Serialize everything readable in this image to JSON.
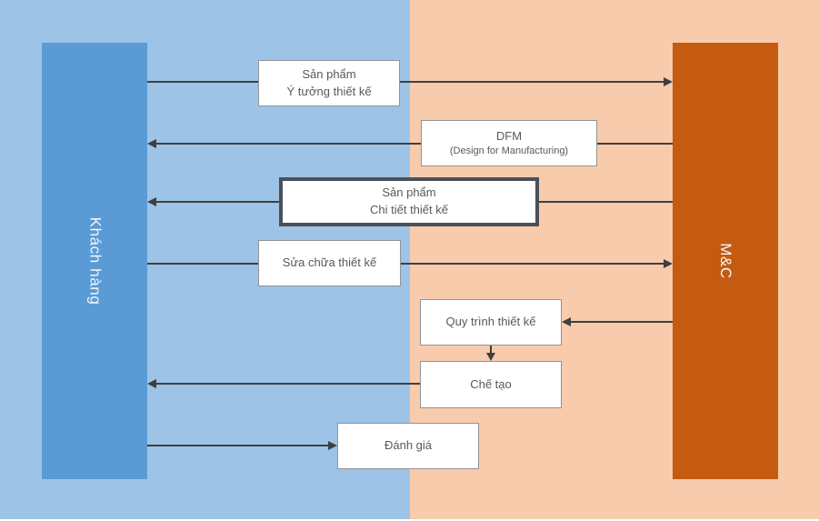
{
  "colors": {
    "customer_bg": "#9dc3e6",
    "customer_bar": "#5b9bd5",
    "mc_bg": "#f8cbad",
    "mc_bar": "#c55a11",
    "box_fill": "#ffffff",
    "box_border": "#919496",
    "emphasis_border": "#49505a",
    "arrow": "#3f3f3f",
    "text": "#595959",
    "bar_text": "#f2f7fc"
  },
  "lanes": [
    {
      "id": "customer",
      "label": "Khách hàng"
    },
    {
      "id": "mc",
      "label": "M&C"
    }
  ],
  "boxes": [
    {
      "line1": "Sản phẩm",
      "line2": "Ý tưởng thiết kế"
    },
    {
      "line1": "DFM",
      "line2": "(Design for Manufacturing)"
    },
    {
      "line1": "Sản phẩm",
      "line2": "Chi tiết thiết kế",
      "emphasized": true
    },
    {
      "line1": "Sửa chữa thiết kế"
    },
    {
      "line1": "Quy trình thiết kế"
    },
    {
      "line1": "Chế tạo"
    },
    {
      "line1": "Đánh giá"
    }
  ],
  "arrows": [
    {
      "from": "Khách hàng",
      "to": "M&C",
      "direction": "right"
    },
    {
      "from": "M&C",
      "to": "Khách hàng",
      "direction": "left"
    },
    {
      "from": "M&C",
      "to": "Khách hàng",
      "direction": "left"
    },
    {
      "from": "Khách hàng",
      "to": "M&C",
      "direction": "right"
    },
    {
      "from": "M&C",
      "to": "Quy trình thiết kế",
      "direction": "left"
    },
    {
      "from": "Quy trình thiết kế",
      "to": "Chế tạo",
      "direction": "down"
    },
    {
      "from": "Chế tạo",
      "to": "Khách hàng",
      "direction": "left"
    },
    {
      "from": "Khách hàng",
      "to": "Đánh giá",
      "direction": "right"
    }
  ]
}
